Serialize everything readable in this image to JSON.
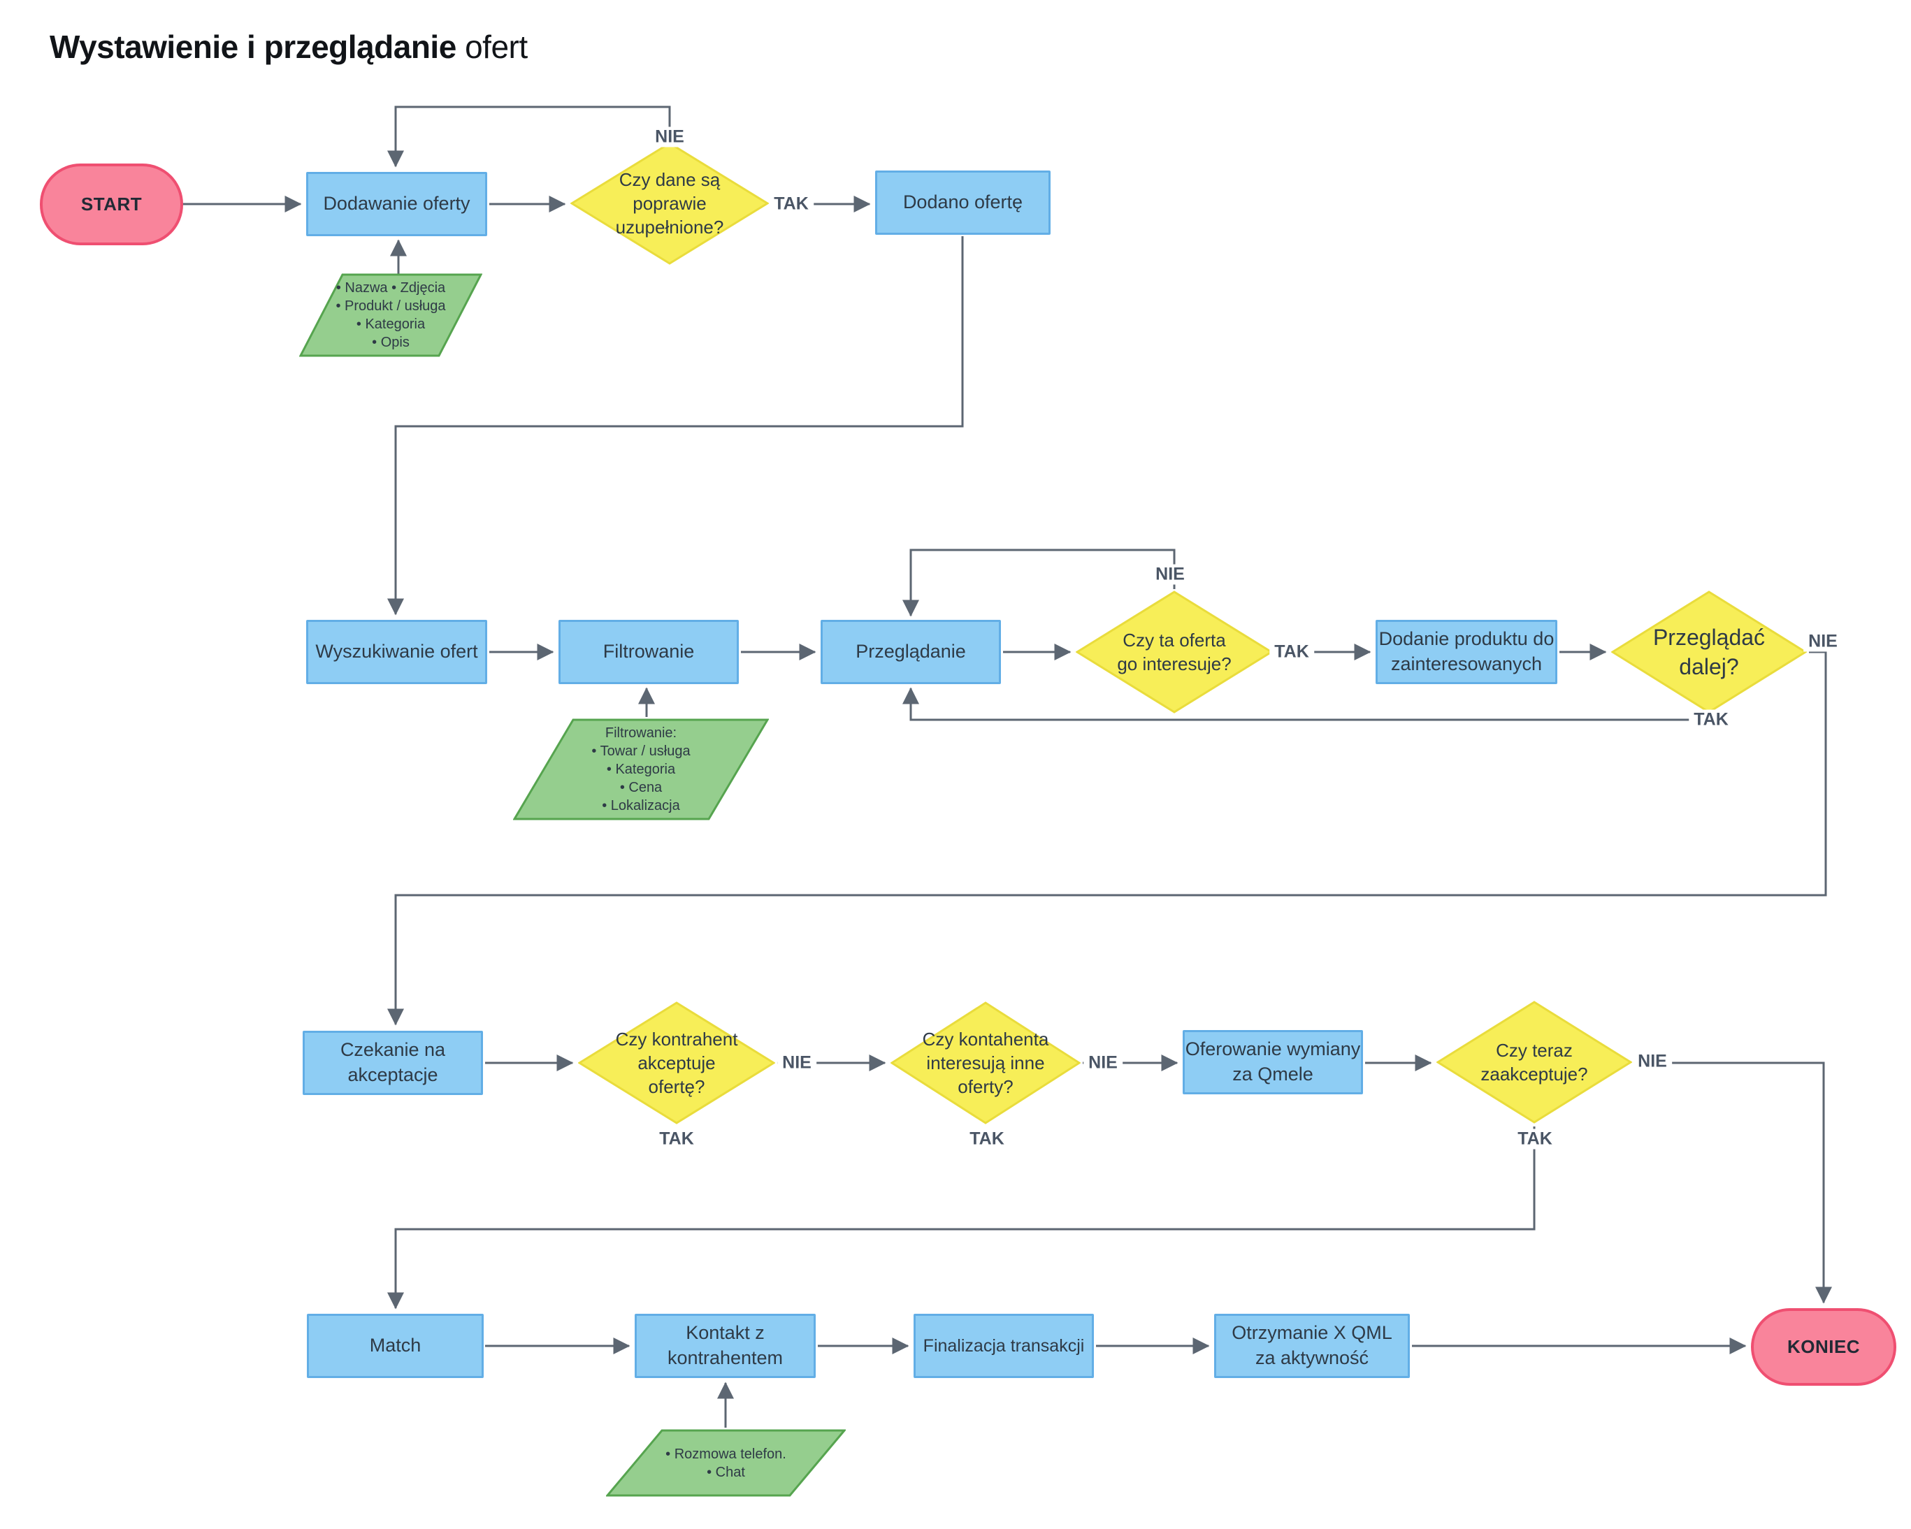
{
  "title": {
    "bold": "Wystawienie i przeglądanie",
    "regular": "ofert"
  },
  "labels": {
    "yes": "TAK",
    "no": "NIE"
  },
  "terminals": {
    "start": {
      "label": "START"
    },
    "end": {
      "label": "KONIEC"
    }
  },
  "processes": {
    "dodawanie_oferty": {
      "lines": [
        "Dodawanie oferty"
      ]
    },
    "dodano_oferte": {
      "lines": [
        "Dodano ofertę"
      ]
    },
    "wyszukiwanie_ofert": {
      "lines": [
        "Wyszukiwanie ofert"
      ]
    },
    "filtrowanie": {
      "lines": [
        "Filtrowanie"
      ]
    },
    "przegladanie": {
      "lines": [
        "Przeglądanie"
      ]
    },
    "dodanie_produktu": {
      "lines": [
        "Dodanie produktu do",
        "zainteresowanych"
      ]
    },
    "czekanie": {
      "lines": [
        "Czekanie na",
        "akceptacje"
      ]
    },
    "oferowanie": {
      "lines": [
        "Oferowanie wymiany",
        "za Qmele"
      ]
    },
    "match": {
      "lines": [
        "Match"
      ]
    },
    "kontakt": {
      "lines": [
        "Kontakt z",
        "kontrahentem"
      ]
    },
    "finalizacja": {
      "lines": [
        "Finalizacja transakcji"
      ]
    },
    "otrzymanie": {
      "lines": [
        "Otrzymanie X QML",
        "za aktywność"
      ]
    }
  },
  "decisions": {
    "dane_poprawne": {
      "lines": [
        "Czy dane są",
        "poprawie",
        "uzupełnione?"
      ]
    },
    "oferta_interesuje": {
      "lines": [
        "Czy ta oferta",
        "go interesuje?"
      ]
    },
    "przegladac_dalej": {
      "lines": [
        "Przeglądać",
        "dalej?"
      ]
    },
    "kontrahent_akceptuje": {
      "lines": [
        "Czy kontrahent",
        "akceptuje",
        "ofertę?"
      ]
    },
    "inne_oferty": {
      "lines": [
        "Czy kontahenta",
        "interesują inne",
        "oferty?"
      ]
    },
    "teraz_zaakceptuje": {
      "lines": [
        "Czy teraz",
        "zaakceptuje?"
      ]
    }
  },
  "data_nodes": {
    "dane_oferty": {
      "lines": [
        "• Nazwa  • Zdjęcia",
        "• Produkt / usługa",
        "• Kategoria",
        "• Opis"
      ]
    },
    "filtry": {
      "lines": [
        "Filtrowanie:",
        "• Towar / usługa",
        "• Kategoria",
        "• Cena",
        "• Lokalizacja"
      ]
    },
    "kanaly_kontaktu": {
      "lines": [
        "• Rozmowa telefon.",
        "• Chat"
      ]
    }
  },
  "colors": {
    "process_fill": "#8ECDF4",
    "process_border": "#62AEE6",
    "decision_fill": "#F7EE58",
    "decision_border": "#E9DC3C",
    "data_fill": "#95CE8E",
    "data_border": "#56A44F",
    "terminal_fill": "#F9849B",
    "terminal_border": "#EF4F71",
    "connector": "#5C6672",
    "label_text": "#4A5565"
  }
}
